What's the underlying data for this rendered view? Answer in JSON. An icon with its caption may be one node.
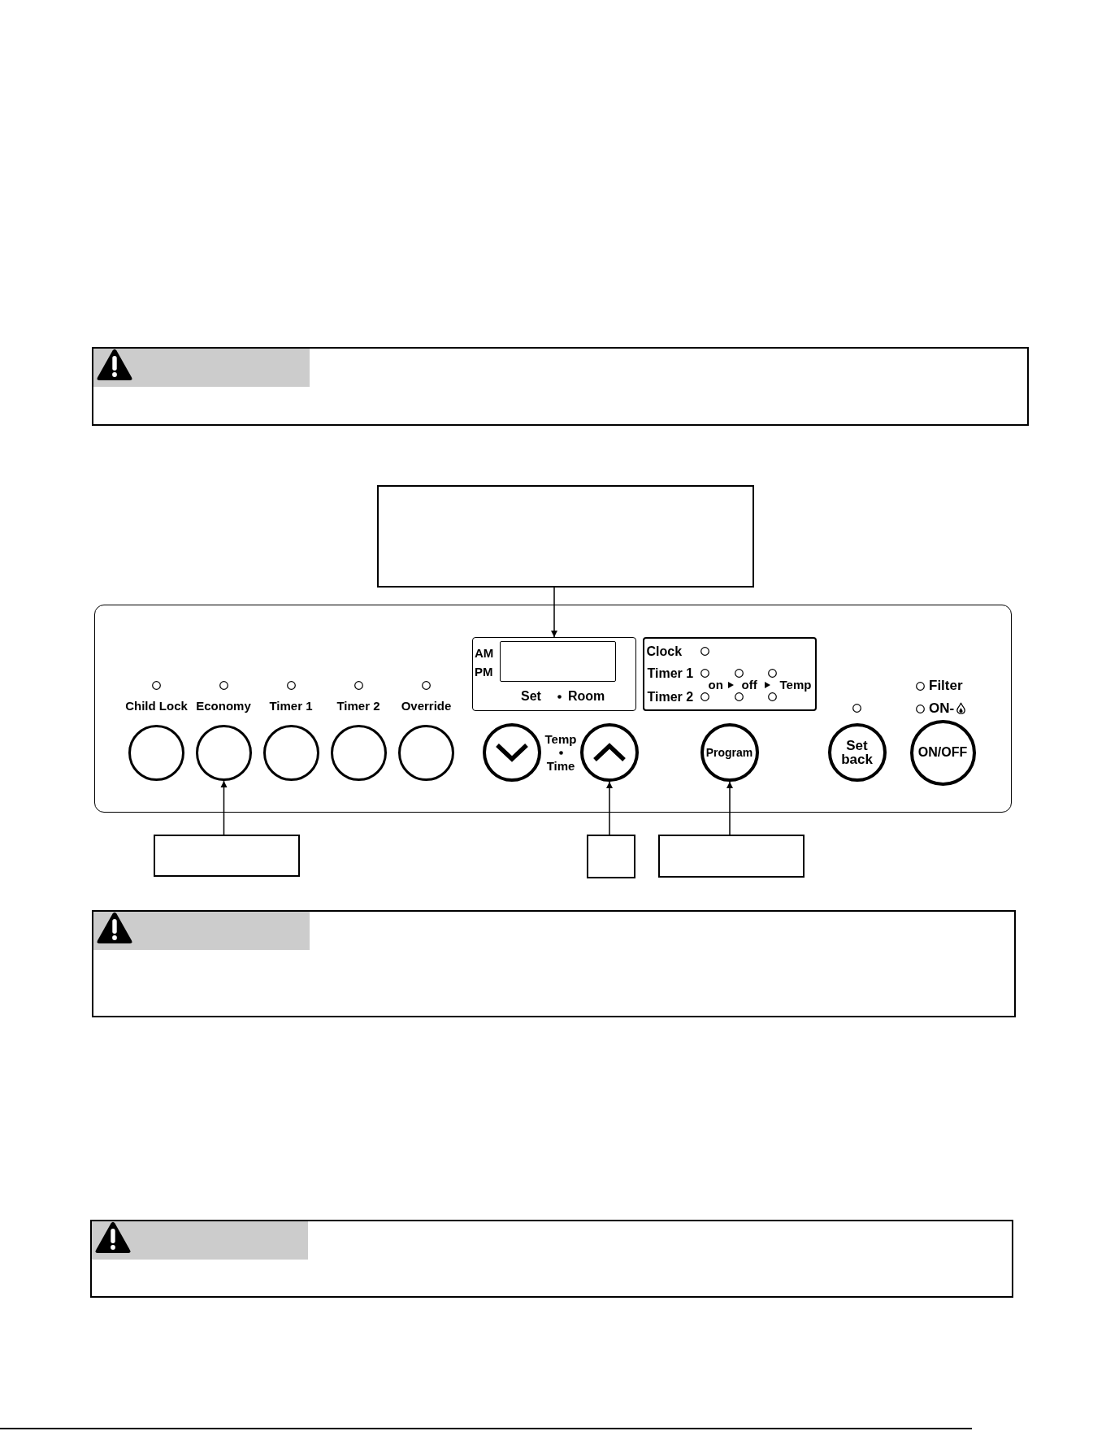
{
  "diagram": {
    "nodes": [
      {
        "text": [],
        "shape": "box"
      },
      {
        "text": [],
        "shape": "box"
      },
      {
        "text": [
          "AM",
          "PM",
          "Set",
          "Room"
        ],
        "in": 1
      },
      {
        "text": [],
        "shape": "box",
        "in": 2
      },
      {
        "text": [
          "Clock",
          "Timer 1",
          "Timer 2",
          "on",
          "off",
          "Temp"
        ],
        "in": 1
      },
      {
        "text": [
          "Child Lock"
        ],
        "in": 1
      },
      {
        "text": [
          "Economy"
        ],
        "in": 1
      },
      {
        "text": [
          "Timer 1"
        ],
        "in": 1
      },
      {
        "text": [
          "Timer 2"
        ],
        "in": 1
      },
      {
        "text": [
          "Override"
        ],
        "in": 1
      },
      {
        "text": [],
        "shape": "circle",
        "in": 1
      },
      {
        "text": [],
        "shape": "circle",
        "in": 1
      },
      {
        "text": [
          "Program"
        ],
        "in": 1
      },
      {
        "text": [
          "Set back"
        ],
        "in": 1
      },
      {
        "text": [
          "ON/OFF"
        ],
        "in": 1
      },
      {
        "text": [],
        "shape": "box"
      },
      {
        "text": [],
        "shape": "box"
      },
      {
        "text": [],
        "shape": "box"
      }
    ],
    "edges": [
      {
        "from": 0,
        "to": 2,
        "arrow": "to"
      },
      {
        "from": 15,
        "to": 6,
        "arrow": "to"
      },
      {
        "from": 16,
        "to": 11,
        "arrow": "to"
      },
      {
        "from": 17,
        "to": 12,
        "arrow": "to"
      }
    ],
    "labels": [
      "Temp",
      "Time",
      "Filter",
      "ON-"
    ]
  }
}
